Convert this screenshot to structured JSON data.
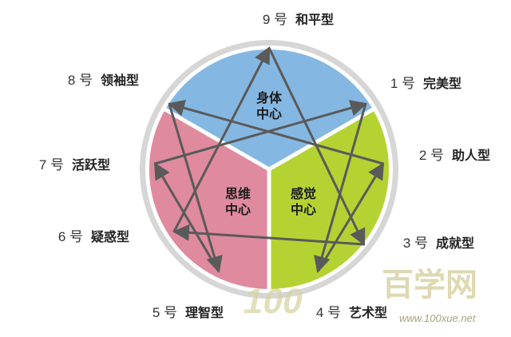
{
  "diagram": {
    "types": [
      {
        "num": "9 号",
        "name": "和平型"
      },
      {
        "num": "1 号",
        "name": "完美型"
      },
      {
        "num": "2 号",
        "name": "助人型"
      },
      {
        "num": "3 号",
        "name": "成就型"
      },
      {
        "num": "4 号",
        "name": "艺术型"
      },
      {
        "num": "5 号",
        "name": "理智型"
      },
      {
        "num": "6 号",
        "name": "疑惑型"
      },
      {
        "num": "7 号",
        "name": "活跃型"
      },
      {
        "num": "8 号",
        "name": "领袖型"
      }
    ],
    "centers": [
      {
        "line1": "身体",
        "line2": "中心",
        "color": "#84b8e2"
      },
      {
        "line1": "思维",
        "line2": "中心",
        "color": "#e08a9f"
      },
      {
        "line1": "感觉",
        "line2": "中心",
        "color": "#b4d332"
      }
    ],
    "ring_color": "#d6d6d6",
    "line_color": "#5a5a5a"
  },
  "watermark": {
    "logo": "100",
    "text": "百学网",
    "url": "www.100xue.net"
  }
}
